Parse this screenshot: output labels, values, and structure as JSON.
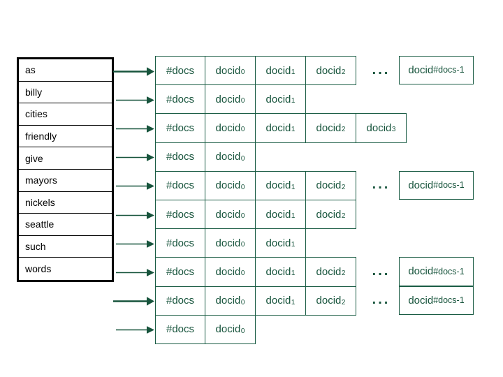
{
  "diagram": {
    "title": "inverted-index-dictionary-postings",
    "colors": {
      "postings_green": "#17543c",
      "border_green": "#1a5c44",
      "dictionary_border": "#000000",
      "background": "#ffffff"
    },
    "labels": {
      "docs_count": "#docs",
      "docid": "docid",
      "ellipsis": "..."
    }
  },
  "dictionary": {
    "terms": [
      {
        "term": "as"
      },
      {
        "term": "billy"
      },
      {
        "term": "cities"
      },
      {
        "term": "friendly"
      },
      {
        "term": "give"
      },
      {
        "term": "mayors"
      },
      {
        "term": "nickels"
      },
      {
        "term": "seattle"
      },
      {
        "term": "such"
      },
      {
        "term": "words"
      }
    ]
  },
  "postings": {
    "rows": [
      {
        "row_index": 0,
        "count_label": "#docs",
        "docids": [
          "docid0",
          "docid1",
          "docid2"
        ],
        "subscripts": [
          "0",
          "1",
          "2"
        ],
        "has_ellipsis": true,
        "tail": {
          "label": "docid",
          "subscript": "#docs-1"
        }
      },
      {
        "row_index": 1,
        "count_label": "#docs",
        "docids": [
          "docid0",
          "docid1"
        ],
        "subscripts": [
          "0",
          "1"
        ],
        "has_ellipsis": false,
        "tail": null
      },
      {
        "row_index": 2,
        "count_label": "#docs",
        "docids": [
          "docid0",
          "docid1",
          "docid2",
          "docid3"
        ],
        "subscripts": [
          "0",
          "1",
          "2",
          "3"
        ],
        "has_ellipsis": false,
        "tail": null
      },
      {
        "row_index": 3,
        "count_label": "#docs",
        "docids": [
          "docid0"
        ],
        "subscripts": [
          "0"
        ],
        "has_ellipsis": false,
        "tail": null
      },
      {
        "row_index": 4,
        "count_label": "#docs",
        "docids": [
          "docid0",
          "docid1",
          "docid2"
        ],
        "subscripts": [
          "0",
          "1",
          "2"
        ],
        "has_ellipsis": true,
        "tail": {
          "label": "docid",
          "subscript": "#docs-1"
        }
      },
      {
        "row_index": 5,
        "count_label": "#docs",
        "docids": [
          "docid0",
          "docid1",
          "docid2"
        ],
        "subscripts": [
          "0",
          "1",
          "2"
        ],
        "has_ellipsis": false,
        "tail": null
      },
      {
        "row_index": 6,
        "count_label": "#docs",
        "docids": [
          "docid0",
          "docid1"
        ],
        "subscripts": [
          "0",
          "1"
        ],
        "has_ellipsis": false,
        "tail": null
      },
      {
        "row_index": 7,
        "count_label": "#docs",
        "docids": [
          "docid0",
          "docid1",
          "docid2"
        ],
        "subscripts": [
          "0",
          "1",
          "2"
        ],
        "has_ellipsis": true,
        "tail": {
          "label": "docid",
          "subscript": "#docs-1"
        }
      },
      {
        "row_index": 8,
        "count_label": "#docs",
        "docids": [
          "docid0",
          "docid1",
          "docid2"
        ],
        "subscripts": [
          "0",
          "1",
          "2"
        ],
        "has_ellipsis": true,
        "tail": {
          "label": "docid",
          "subscript": "#docs-1"
        }
      },
      {
        "row_index": 9,
        "count_label": "#docs",
        "docids": [
          "docid0"
        ],
        "subscripts": [
          "0"
        ],
        "has_ellipsis": false,
        "tail": null
      }
    ]
  },
  "arrows": {
    "count": 10,
    "color": "#17543c",
    "thick_rows": [
      0,
      8
    ]
  }
}
